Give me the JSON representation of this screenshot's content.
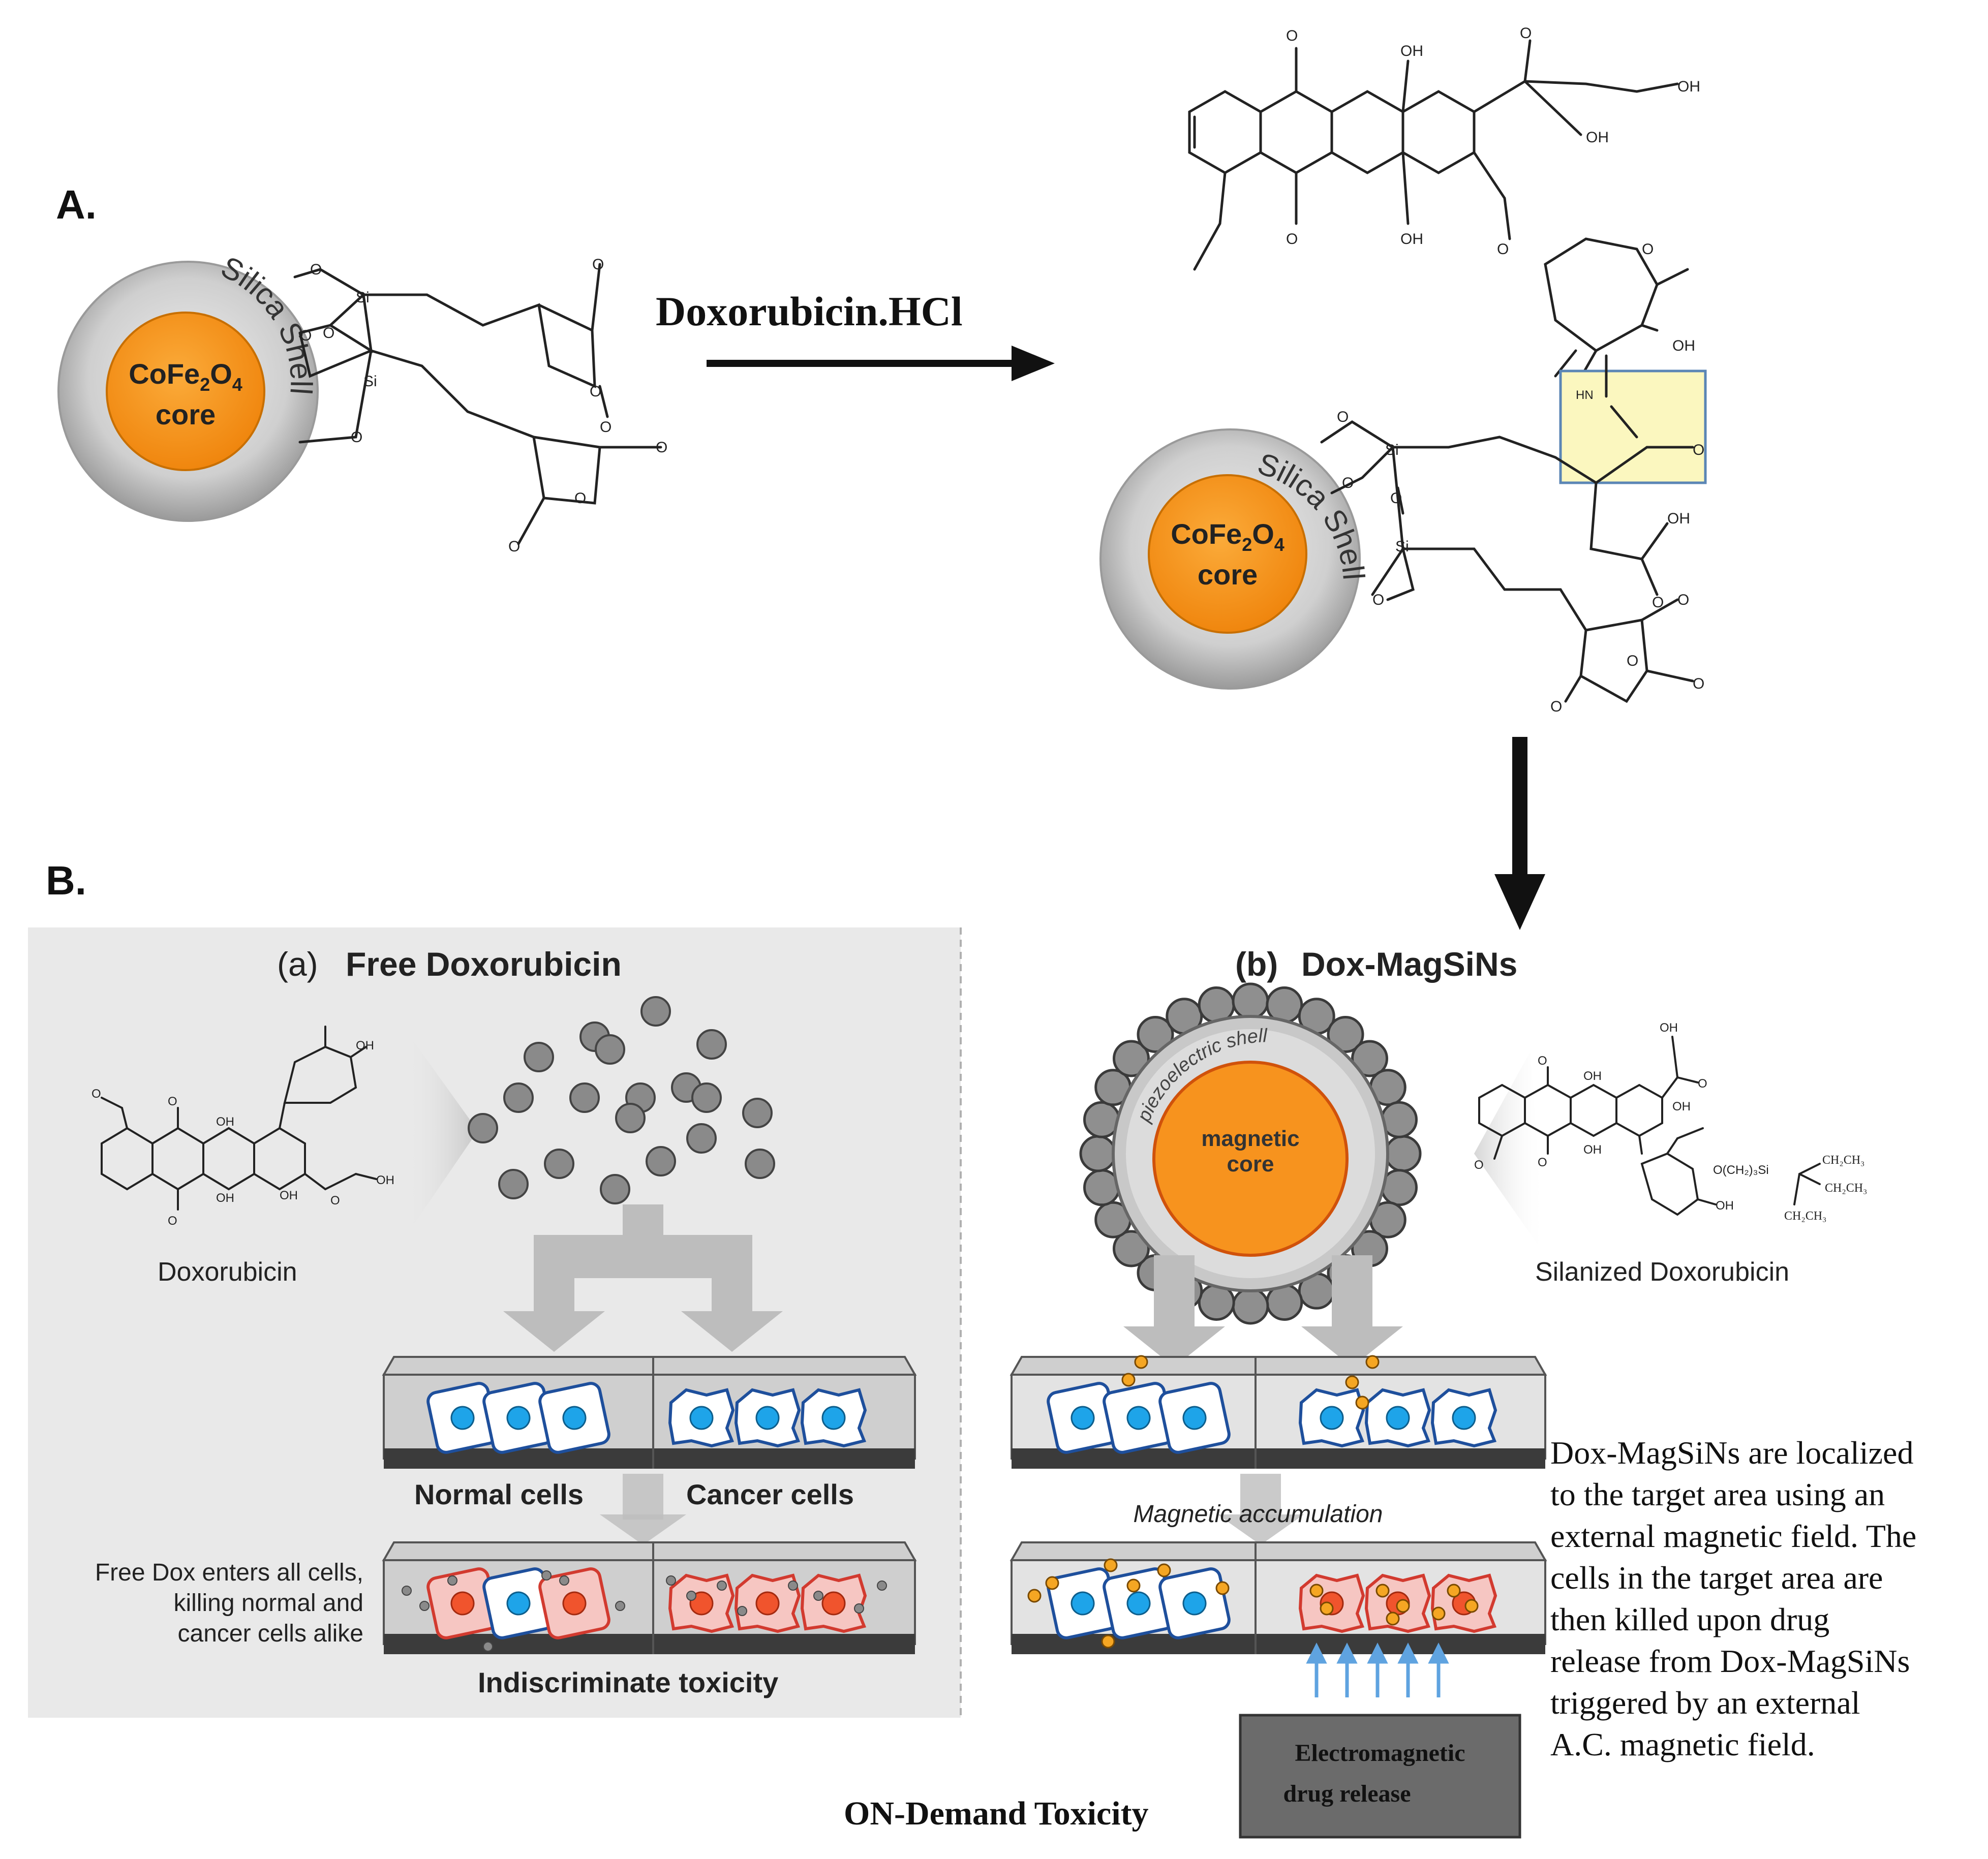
{
  "panel_a": {
    "label": "A.",
    "core_formula_left": "CoFe",
    "core_sub": "2",
    "core_formula_o": "O",
    "core_sub4": "4",
    "core_word": "core",
    "shell_label": "Silica Shell",
    "reagent": "Doxorubicin.HCl",
    "atoms": {
      "O": "O",
      "OH": "OH",
      "Si": "Si",
      "HN": "HN"
    }
  },
  "panel_b": {
    "label": "B.",
    "left_title_prefix": "(a)",
    "left_title": "Free Doxorubicin",
    "dox_caption": "Doxorubicin",
    "normal_cells": "Normal cells",
    "cancer_cells": "Cancer cells",
    "free_dox_note": [
      "Free Dox enters all cells,",
      "killing normal and",
      "cancer cells alike"
    ],
    "indiscriminate": "Indiscriminate toxicity",
    "right_title_prefix": "(b)",
    "right_title": "Dox-MagSiNs",
    "piezo_shell": "piezoelectric shell",
    "magnetic_core": [
      "magnetic",
      "core"
    ],
    "silanized_caption": "Silanized Doxorubicin",
    "silane_groups": [
      "CH₂CH₃",
      "CH₂CH₃",
      "CH₂CH₃"
    ],
    "linker": "O(CH₂)₃Si",
    "magnetic_accumulation": "Magnetic accumulation",
    "description": [
      "Dox-MagSiNs are localized",
      "to the target area using an",
      "external magnetic field. The",
      "cells in the target area are",
      "then killed upon drug",
      "release from Dox-MagSiNs",
      "triggered by an external",
      "A.C. magnetic field."
    ],
    "em_box": [
      "Electromagnetic",
      "drug release"
    ],
    "on_demand": "ON-Demand Toxicity"
  },
  "colors": {
    "core_orange": "#f7931e",
    "shell_grey": "#c8c8c8",
    "highlight_yellow": "#fbf7bf",
    "highlight_border": "#5b86b5",
    "panel_bg": "#e9e9e9",
    "field_arrow_blue": "#5fa3e0"
  }
}
